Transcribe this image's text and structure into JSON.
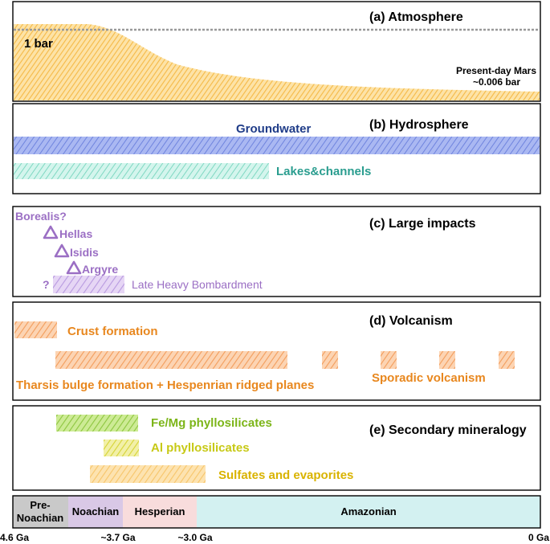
{
  "panels": {
    "atmosphere": {
      "title": "(a) Atmosphere",
      "one_bar": "1 bar",
      "present_line1": "Present-day Mars",
      "present_line2": "~0.006 bar"
    },
    "hydrosphere": {
      "title": "(b) Hydrosphere",
      "groundwater": "Groundwater",
      "lakes": "Lakes&channels"
    },
    "impacts": {
      "title": "(c) Large impacts",
      "borealis": "Borealis?",
      "hellas": "Hellas",
      "isidis": "Isidis",
      "argyre": "Argyre",
      "question": "?",
      "lhb": "Late Heavy Bombardment"
    },
    "volcanism": {
      "title": "(d) Volcanism",
      "crust": "Crust formation",
      "tharsis": "Tharsis bulge formation + Hespenrian ridged planes",
      "sporadic": "Sporadic volcanism"
    },
    "mineralogy": {
      "title": "(e) Secondary mineralogy",
      "femg": "Fe/Mg phyllosilicates",
      "al": "Al phyllosilicates",
      "sulfates": "Sulfates and evaporites"
    }
  },
  "eras": {
    "prenoachian_line1": "Pre-",
    "prenoachian_line2": "Noachian",
    "noachian": "Noachian",
    "hesperian": "Hesperian",
    "amazonian": "Amazonian"
  },
  "axis": {
    "t1": "4.6 Ga",
    "t2": "~3.7 Ga",
    "t3": "~3.0 Ga",
    "t4": "0 Ga"
  },
  "colors": {
    "atmosphere": "#f9c66b",
    "groundwater": "#1f3c88",
    "groundwater_fill": "#7f93e6",
    "lakes": "#2a9d8f",
    "lakes_fill": "#8fe0cf",
    "impacts": "#9b6fc4",
    "volcanism": "#e8871e",
    "volcanism_fill": "#f7b07a",
    "femg": "#7cb518",
    "al": "#c7c916",
    "sulfates": "#d9b300",
    "sulfates_fill": "#f9cf80",
    "prenoachian": "#c9c9c9",
    "noachian": "#d9c8e6",
    "hesperian": "#f8dcdc",
    "amazonian": "#d3f1f1"
  }
}
